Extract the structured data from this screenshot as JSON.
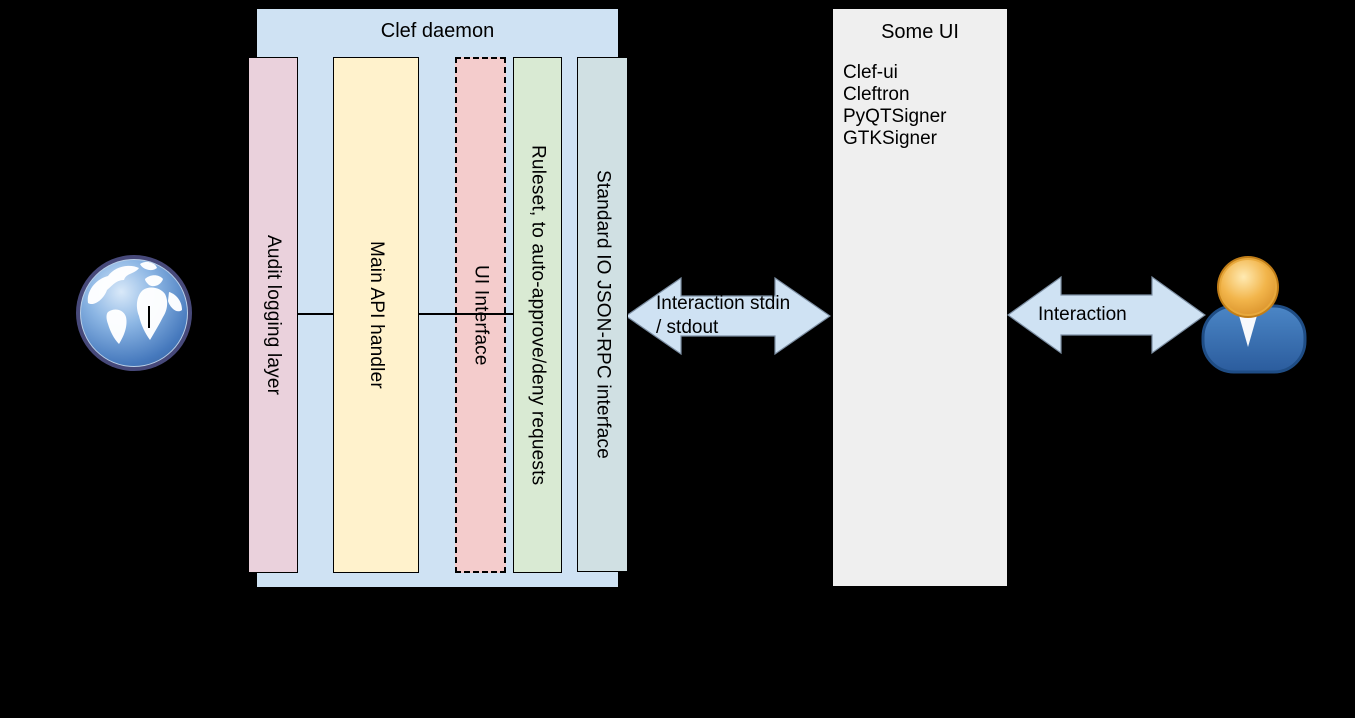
{
  "diagram": {
    "background_color": "#000000",
    "internet": {
      "icon": "globe-icon"
    },
    "clef_daemon": {
      "title": "Clef daemon",
      "fill": "#cfe2f3",
      "layers": [
        {
          "label": "Audit logging layer",
          "fill": "#ead1dc",
          "border": "solid"
        },
        {
          "label": "Main API handler",
          "fill": "#fff2cc",
          "border": "solid"
        },
        {
          "label": "UI Interface",
          "fill": "#f4cccc",
          "border": "dashed"
        },
        {
          "label": "Ruleset, to auto-approve/deny requests",
          "fill": "#d9ead3",
          "border": "solid"
        },
        {
          "label": "Standard IO JSON-RPC interface",
          "fill": "#d0e0e3",
          "border": "solid"
        }
      ]
    },
    "stdio_arrow": {
      "fill": "#cfe2f3",
      "label_line1": "Interaction stdin",
      "label_line2": "/ stdout"
    },
    "some_ui": {
      "title": "Some UI",
      "fill": "#efefef",
      "items": [
        "Clef-ui",
        "Cleftron",
        "PyQTSigner",
        "GTKSigner"
      ]
    },
    "user_arrow": {
      "fill": "#cfe2f3",
      "label": "Interaction"
    },
    "user": {
      "icon": "person-icon"
    }
  }
}
